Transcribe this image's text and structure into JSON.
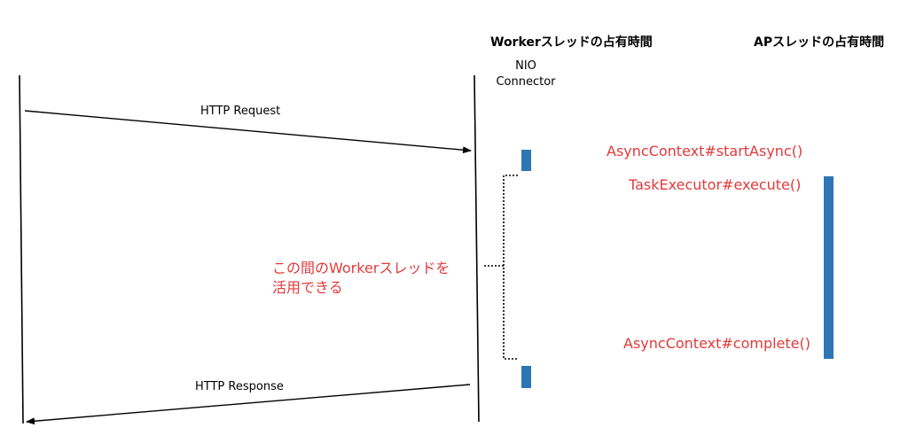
{
  "headers": {
    "worker": "Workerスレッドの占有時間",
    "ap": "APスレッドの占有時間"
  },
  "nio_connector": [
    "NIO",
    "Connector"
  ],
  "messages": {
    "request": "HTTP Request",
    "response": "HTTP Response"
  },
  "annotation": [
    "この間のWorkerスレッドを",
    "活用できる"
  ],
  "calls": {
    "start_async": "AsyncContext#startAsync()",
    "execute": "TaskExecutor#execute()",
    "complete": "AsyncContext#complete()"
  },
  "colors": {
    "bar": "#2e75b6",
    "annotation": "#e03a3a",
    "line": "#000000"
  }
}
